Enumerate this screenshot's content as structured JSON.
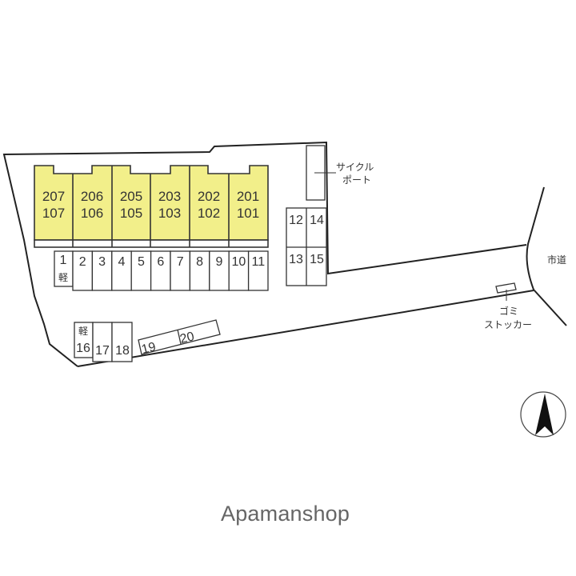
{
  "units": [
    {
      "upper": "207",
      "lower": "107"
    },
    {
      "upper": "206",
      "lower": "106"
    },
    {
      "upper": "205",
      "lower": "105"
    },
    {
      "upper": "203",
      "lower": "103"
    },
    {
      "upper": "202",
      "lower": "102"
    },
    {
      "upper": "201",
      "lower": "101"
    }
  ],
  "parking": {
    "p1": "1",
    "p1_note": "軽",
    "row": [
      "2",
      "3",
      "4",
      "5",
      "6",
      "7",
      "8",
      "9",
      "10",
      "11"
    ],
    "p12": "12",
    "p13": "13",
    "p14": "14",
    "p15": "15",
    "p16": "16",
    "p16_note": "軽",
    "p17": "17",
    "p18": "18",
    "p19": "19",
    "p20": "20"
  },
  "labels": {
    "cycle_port_1": "サイクル",
    "cycle_port_2": "ポート",
    "city_road": "市道",
    "garbage_1": "ゴミ",
    "garbage_2": "ストッカー"
  },
  "brand": "Apamanshop",
  "colors": {
    "unit_fill": "#f2ef8a"
  }
}
